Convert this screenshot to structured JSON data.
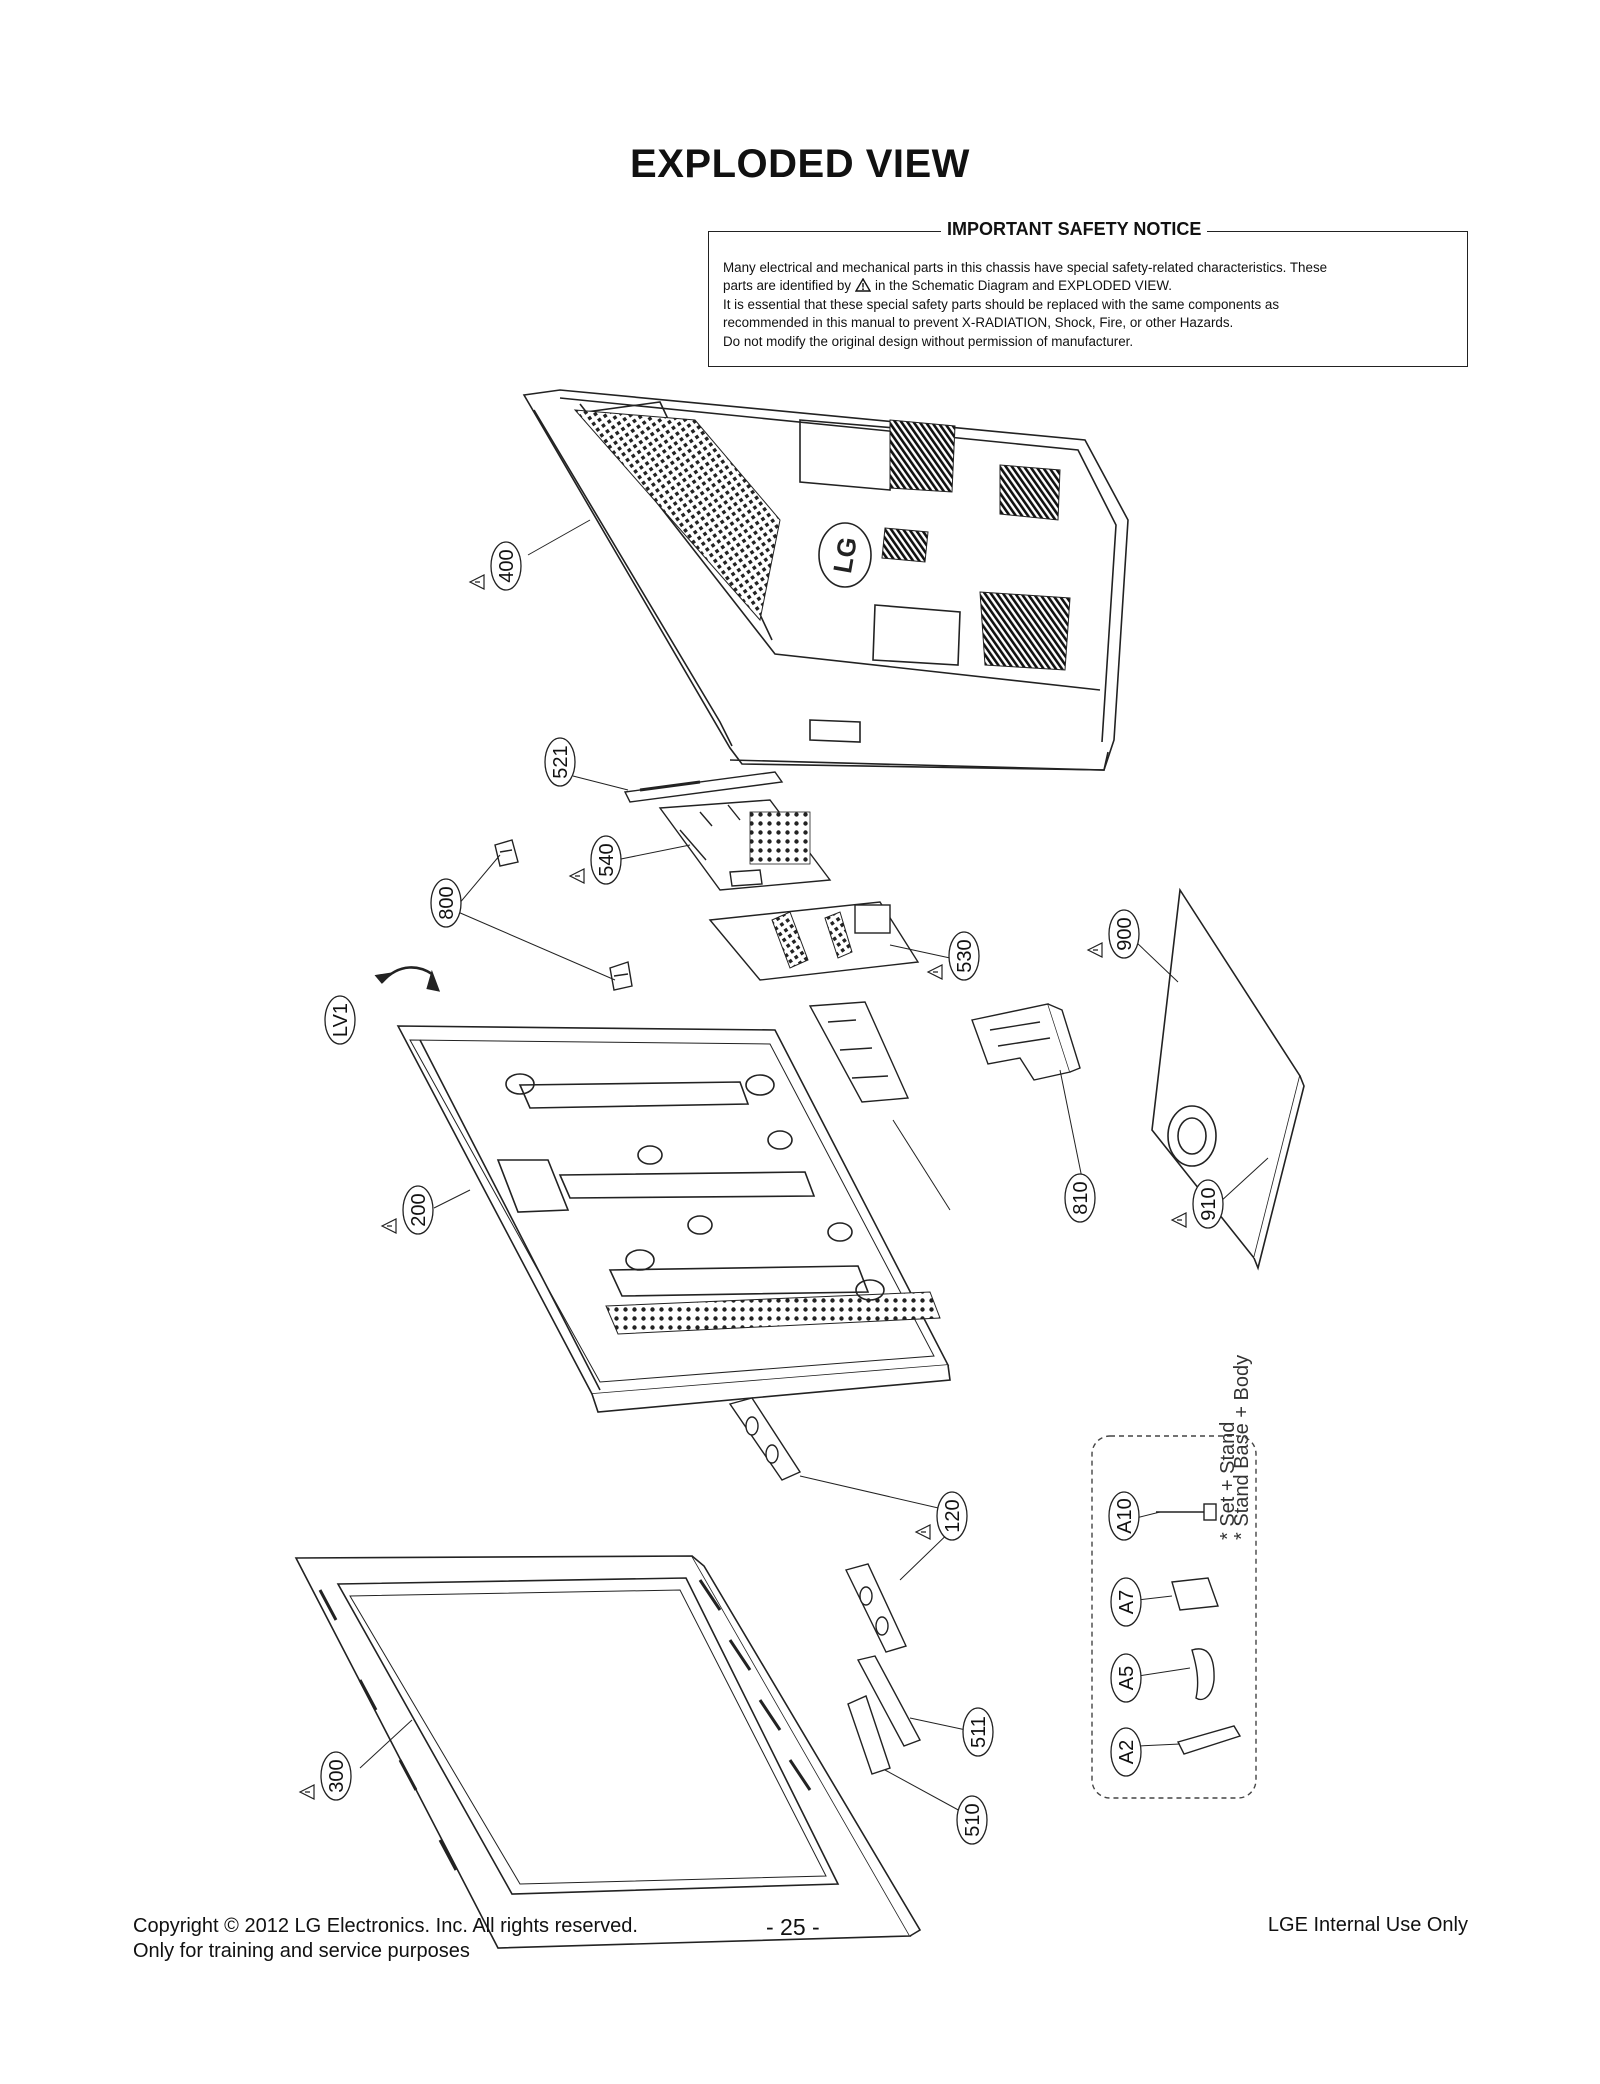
{
  "title": "EXPLODED VIEW",
  "safety_notice": {
    "heading": "IMPORTANT SAFETY NOTICE",
    "line1": "Many electrical and mechanical parts in this chassis have special safety-related characteristics. These",
    "line2_before": "parts are identified by",
    "line2_after": "in the Schematic Diagram and EXPLODED VIEW.",
    "line3": "It is essential that these special safety parts should be replaced with the same components as",
    "line4": "recommended in this manual to prevent X-RADIATION, Shock, Fire, or other Hazards.",
    "line5": "Do not modify the original design without permission of manufacturer."
  },
  "logo": "LG",
  "part_labels": [
    "400",
    "521",
    "540",
    "800",
    "LV1",
    "530",
    "900",
    "200",
    "810",
    "910",
    "120",
    "300",
    "511",
    "510"
  ],
  "accessory_box": {
    "labels": [
      "A10",
      "A7",
      "A5",
      "A2"
    ],
    "note_line1": "* Set + Stand",
    "note_line2": "* Stand Base + Body"
  },
  "footer": {
    "copyright": "Copyright © 2012 LG Electronics. Inc. All rights reserved.",
    "purpose": "Only for training and service purposes",
    "page": "- 25 -",
    "internal": "LGE Internal Use Only"
  }
}
